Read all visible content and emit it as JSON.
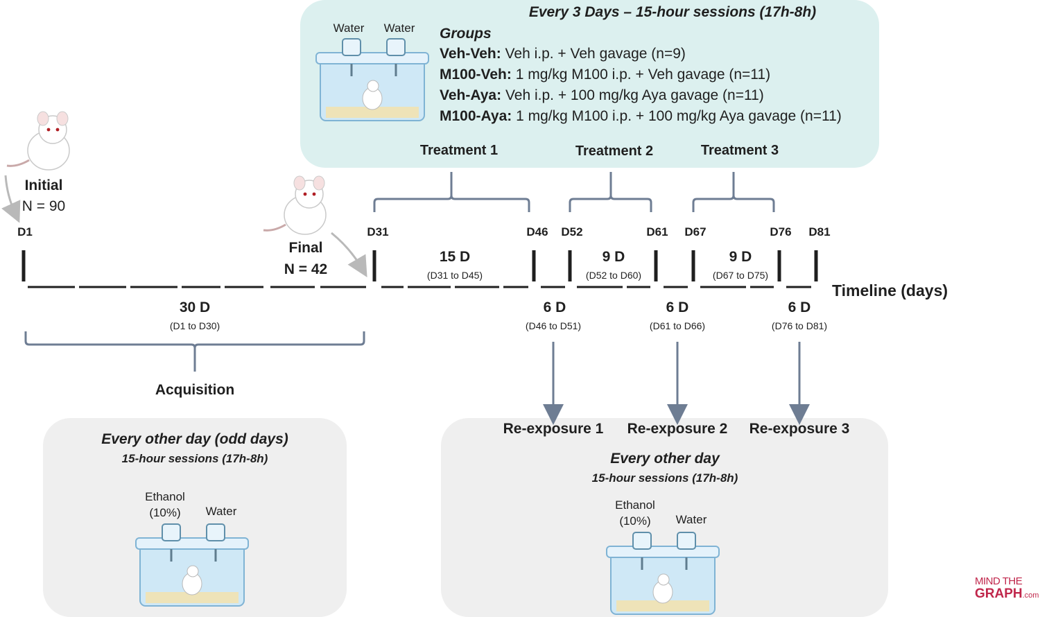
{
  "treatment_panel": {
    "title": "Every 3 Days – 15-hour sessions (17h-8h)",
    "bottle_left": "Water",
    "bottle_right": "Water",
    "groups_heading": "Groups",
    "groups": [
      {
        "name": "Veh-Veh:",
        "desc": "Veh i.p. + Veh gavage (n=9)"
      },
      {
        "name": "M100-Veh:",
        "desc": "1 mg/kg M100 i.p. +  Veh gavage (n=11)"
      },
      {
        "name": "Veh-Aya:",
        "desc": "Veh i.p. + 100 mg/kg Aya gavage (n=11)"
      },
      {
        "name": "M100-Aya:",
        "desc": "1 mg/kg M100 i.p. + 100 mg/kg Aya gavage (n=11)"
      }
    ],
    "treatments": [
      "Treatment 1",
      "Treatment 2",
      "Treatment 3"
    ]
  },
  "initial": {
    "label": "Initial",
    "n": "N = 90"
  },
  "final": {
    "label": "Final",
    "n": "N = 42"
  },
  "day_markers": [
    "D1",
    "D31",
    "D46",
    "D52",
    "D61",
    "D67",
    "D76",
    "D81"
  ],
  "periods": [
    {
      "duration": "30 D",
      "range": "(D1 to D30)"
    },
    {
      "duration": "15 D",
      "range": "(D31 to D45)"
    },
    {
      "duration": "9 D",
      "range": "(D52 to D60)"
    },
    {
      "duration": "9 D",
      "range": "(D67 to D75)"
    },
    {
      "duration": "6 D",
      "range": "(D46 to D51)"
    },
    {
      "duration": "6 D",
      "range": "(D61 to D66)"
    },
    {
      "duration": "6 D",
      "range": "(D76 to D81)"
    }
  ],
  "timeline_label": "Timeline (days)",
  "acquisition_label": "Acquisition",
  "acquisition_panel": {
    "title": "Every other day (odd days)",
    "subtitle": "15-hour sessions  (17h-8h)",
    "bottle_left": "Ethanol\n(10%)",
    "bottle_right": "Water"
  },
  "reexposures": [
    "Re-exposure 1",
    "Re-exposure 2",
    "Re-exposure 3"
  ],
  "reexposure_panel": {
    "title": "Every other day",
    "subtitle": "15-hour sessions  (17h-8h)",
    "bottle_left": "Ethanol\n(10%)",
    "bottle_right": "Water"
  },
  "logo": {
    "line1": "MIND THE",
    "line2": "GRAPH",
    "suffix": ".com"
  },
  "colors": {
    "top_panel": "#dcf0ef",
    "grey_panel": "#efefef",
    "bracket": "#6e7d93",
    "arrow": "#6e7d93",
    "timeline": "#1f1f1f",
    "logo": "#c0264b"
  }
}
